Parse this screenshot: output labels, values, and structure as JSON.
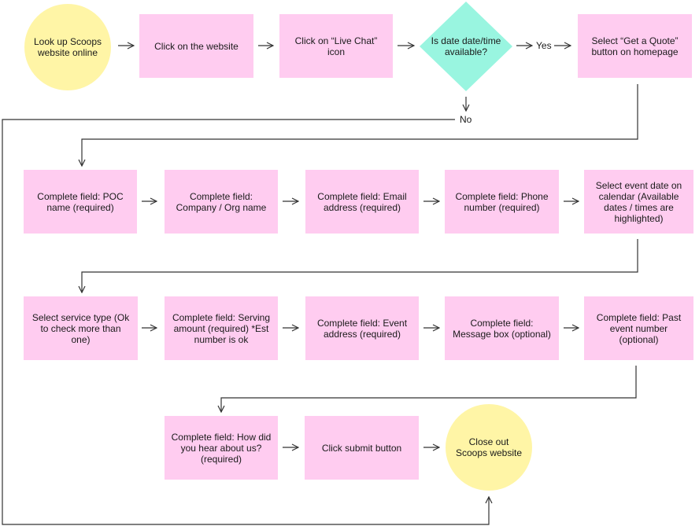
{
  "nodes": {
    "start": "Look up Scoops website online",
    "click_website": "Click on the website",
    "click_live_chat": "Click on “Live Chat” icon",
    "decision": "Is date date/time available?",
    "get_quote": "Select “Get a Quote” button on homepage",
    "poc_name": "Complete field: POC name (required)",
    "company": "Complete field: Company / Org name",
    "email": "Complete field: Email address (required)",
    "phone": "Complete field: Phone number (required)",
    "event_date": "Select event date on calendar (Available dates / times are highlighted)",
    "service_type": "Select service type (Ok to check more than one)",
    "serving_amount": "Complete field: Serving amount (required) *Est number is ok",
    "event_address": "Complete field: Event address (required)",
    "message_box": "Complete field: Message box (optional)",
    "past_event": "Complete field: Past event number (optional)",
    "hear_about": "Complete field: How did you hear about us? (required)",
    "submit": "Click submit button",
    "end": "Close out Scoops website"
  },
  "labels": {
    "yes": "Yes",
    "no": "No"
  },
  "colors": {
    "box": "#ffccf0",
    "start_end": "#fff5a6",
    "decision": "#99f5e0",
    "line": "#333333"
  }
}
